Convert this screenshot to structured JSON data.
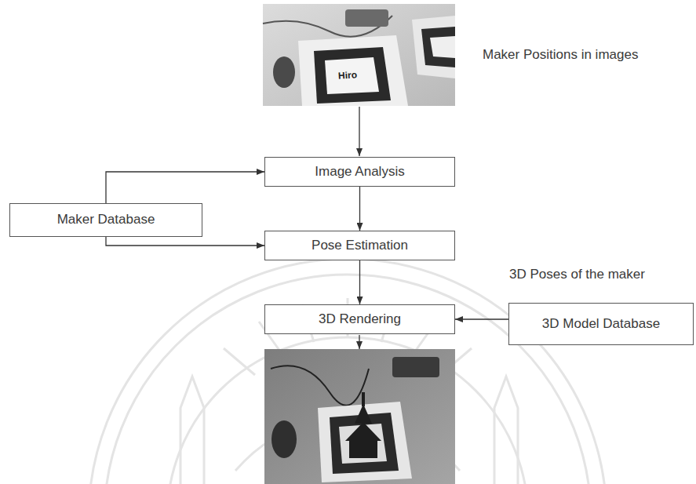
{
  "diagram": {
    "nodes": [
      {
        "text": [
          "Image Analysis"
        ]
      },
      {
        "text": [
          "Maker Database"
        ]
      },
      {
        "text": [
          "Pose Estimation"
        ]
      },
      {
        "text": [
          "3D Rendering"
        ]
      },
      {
        "text": [
          "3D Model Database"
        ]
      }
    ],
    "edges": [
      {
        "from": 1,
        "to": 0,
        "arrow": "to"
      },
      {
        "from": 1,
        "to": 2,
        "arrow": "to"
      },
      {
        "from": 0,
        "to": 2,
        "arrow": "to"
      },
      {
        "from": 2,
        "to": 3,
        "arrow": "to"
      },
      {
        "from": 4,
        "to": 3,
        "arrow": "to"
      }
    ],
    "labels": [
      "Hiro",
      "Maker Positions in images",
      "3D Poses of the maker"
    ]
  }
}
